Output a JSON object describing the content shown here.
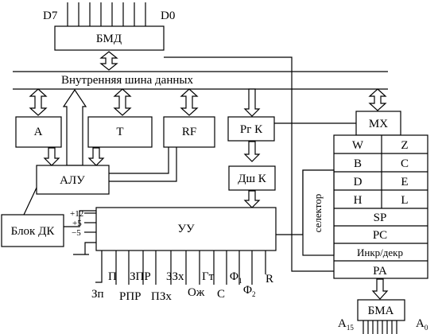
{
  "data_bus": {
    "msb": "D7",
    "lsb": "D0"
  },
  "bmd": "БМД",
  "internal_bus": "Внутренняя шина данных",
  "registers": {
    "a": "A",
    "t": "T",
    "rf": "RF",
    "rg_k": "Рг К",
    "dsh_k": "Дш К",
    "mx": "MX"
  },
  "alu": "АЛУ",
  "blok_dk": "Блок ДК",
  "uu": "УУ",
  "power": [
    "+12",
    "+5",
    "−5"
  ],
  "register_file": {
    "pairs": [
      [
        "W",
        "Z"
      ],
      [
        "B",
        "C"
      ],
      [
        "D",
        "E"
      ],
      [
        "H",
        "L"
      ]
    ],
    "sp": "SP",
    "pc": "PC",
    "inc_dec": "Инкр/декр",
    "pa": "PA",
    "selector": "селектор"
  },
  "bma": "БМА",
  "address_bus": {
    "msb_base": "A",
    "msb_sub": "15",
    "lsb_base": "A",
    "lsb_sub": "0"
  },
  "control_signals": {
    "upper": [
      "П",
      "ЗПР",
      "ЗЗх",
      "Гт",
      "Φ",
      "R"
    ],
    "phi1_sub": "1",
    "lower": [
      "Зп",
      "РПР",
      "ПЗх",
      "Ож",
      "С",
      "Φ"
    ],
    "phi2_sub": "2"
  }
}
